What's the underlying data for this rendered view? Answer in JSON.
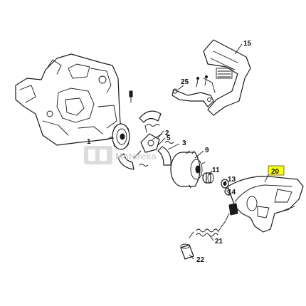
{
  "diagram": {
    "highlight_color": "#ffff00",
    "line_color": "#1a1a1a",
    "parts": [
      {
        "number": "1"
      },
      {
        "number": "2"
      },
      {
        "number": "3"
      },
      {
        "number": "5"
      },
      {
        "number": "9"
      },
      {
        "number": "11"
      },
      {
        "number": "13"
      },
      {
        "number": "14"
      },
      {
        "number": "15"
      },
      {
        "number": "20",
        "highlighted": true
      },
      {
        "number": "21"
      },
      {
        "number": "22"
      },
      {
        "number": "25"
      }
    ],
    "watermark": {
      "text": "Motoreka"
    }
  }
}
